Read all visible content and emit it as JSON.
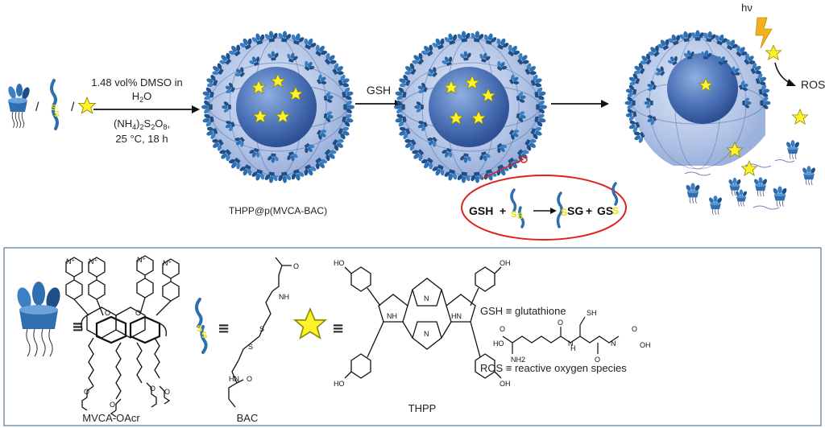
{
  "scheme": {
    "condition_line1": "1.48 vol% DMSO in",
    "condition_line2": "H2O",
    "condition_line3": "(NH4)2S2O8,",
    "condition_line4": "25 °C, 18 h",
    "separator": "/",
    "gsh_label": "GSH",
    "product_label": "THPP@p(MVCA-BAC)",
    "light_label": "hν",
    "ros_label": "ROS",
    "reaction": {
      "reactant": "GSH",
      "plus1": "+",
      "s_letters": "S",
      "product1": "SG",
      "plus2": "+",
      "product2": "GS"
    }
  },
  "legend": {
    "equiv_symbol": "≡",
    "mvca_label": "MVCA-OAcr",
    "bac_label": "BAC",
    "thpp_label": "THPP",
    "gsh_definition": "GSH ≡ glutathione",
    "ros_definition": "ROS ≡ reactive oxygen species",
    "atoms": {
      "n_plus": "N⁺",
      "nh": "NH",
      "hn": "HN",
      "n": "N",
      "ho": "HO",
      "oh": "OH",
      "o": "O",
      "s": "S",
      "sh": "SH",
      "nh2": "NH2",
      "h": "H"
    }
  },
  "colors": {
    "nanoparticle_shell": "#b9c9e8",
    "nanoparticle_core": "#4d73b8",
    "vesicle_blue": "#2f6fb0",
    "vesicle_dark": "#1f4f86",
    "star_fill": "#fff22a",
    "star_stroke": "#8a8a00",
    "disulfide": "#e8e000",
    "reaction_ellipse": "#e02020",
    "legend_border": "#5a7a96",
    "lightning": "#f3b21b"
  }
}
